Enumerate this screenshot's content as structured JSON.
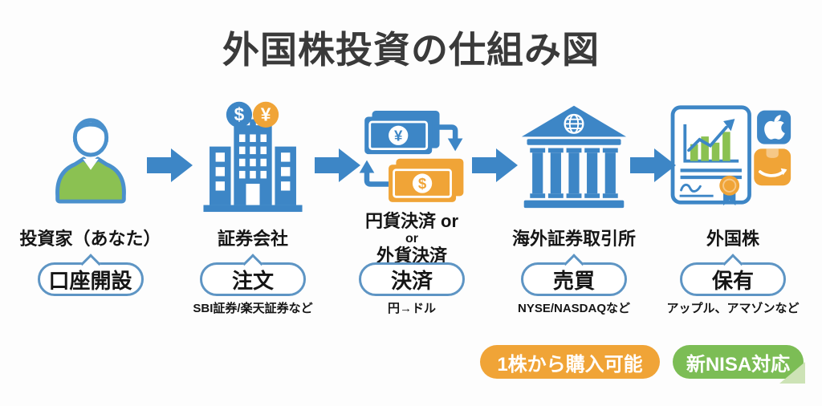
{
  "title": "外国株投資の仕組み図",
  "steps": [
    {
      "label": "投資家（あなた）",
      "pill": "口座開設"
    },
    {
      "label": "証券会社",
      "pill": "注文",
      "sub": "SBI証券/楽天証券など"
    },
    {
      "label_lines": [
        "円貨決済 or",
        "or",
        "外貨決済"
      ],
      "pill": "決済",
      "sub": "円→ドル"
    },
    {
      "label": "海外証券取引所",
      "pill": "売買",
      "sub": "NYSE/NASDAQなど"
    },
    {
      "label": "外国株",
      "pill": "保有",
      "sub": "アップル、アマゾンなど"
    }
  ],
  "symbols": {
    "dollar": "$",
    "yen": "¥"
  },
  "badges": [
    {
      "label": "1株から購入可能",
      "color": "#F0A437"
    },
    {
      "label": "新NISA対応",
      "color": "#7CBD55"
    }
  ],
  "colors": {
    "primary_blue": "#3D86C6",
    "outline_blue": "#4A90CC",
    "pill_outline": "#5E95C4",
    "accent_orange": "#F0A437",
    "shirt_green": "#8BC152",
    "badge_green": "#7CBD55",
    "fold_green": "#CDE3B6",
    "title_text": "#3A3A3A"
  },
  "icons": [
    "investor-person-icon",
    "securities-company-building-icon",
    "dollar-coin-icon",
    "yen-coin-icon",
    "currency-exchange-banknotes-icon",
    "yen-banknote-icon",
    "dollar-banknote-icon",
    "overseas-stock-exchange-icon",
    "globe-icon",
    "foreign-stock-certificate-icon",
    "stock-chart-icon",
    "seal-ribbon-icon",
    "apple-logo-icon",
    "amazon-logo-icon",
    "flow-arrow-icon"
  ]
}
